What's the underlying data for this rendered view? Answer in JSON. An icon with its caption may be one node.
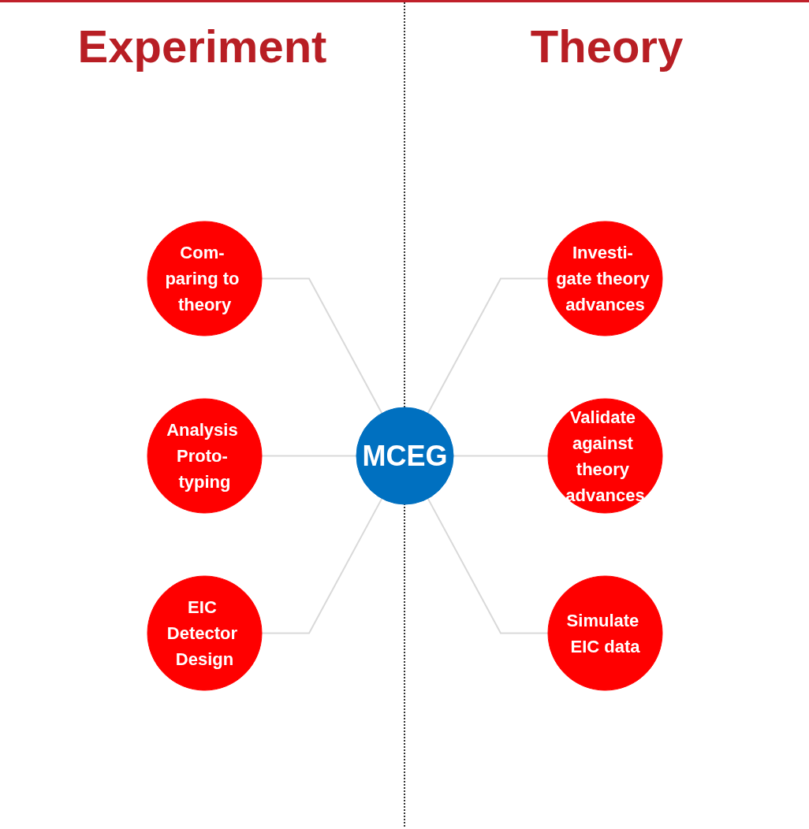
{
  "diagram": {
    "nodes": [
      {
        "text": [
          "Com- paring to theory"
        ]
      },
      {
        "text": [
          "Investi- gate theory advances"
        ]
      },
      {
        "text": [
          "Analysis Proto- typing"
        ]
      },
      {
        "text": [
          "MCEG"
        ]
      },
      {
        "text": [
          "Validate against theory advances"
        ]
      },
      {
        "text": [
          "EIC Detector Design"
        ]
      },
      {
        "text": [
          "Simulate EIC data"
        ]
      }
    ],
    "edges": [
      {
        "from": 0,
        "to": 3,
        "arrow": "none"
      },
      {
        "from": 3,
        "to": 1,
        "arrow": "none"
      },
      {
        "from": 2,
        "to": 3,
        "arrow": "none"
      },
      {
        "from": 3,
        "to": 4,
        "arrow": "none"
      },
      {
        "from": 5,
        "to": 3,
        "arrow": "none"
      },
      {
        "from": 3,
        "to": 6,
        "arrow": "none"
      }
    ],
    "labels": [
      "Experiment",
      "Theory"
    ]
  }
}
